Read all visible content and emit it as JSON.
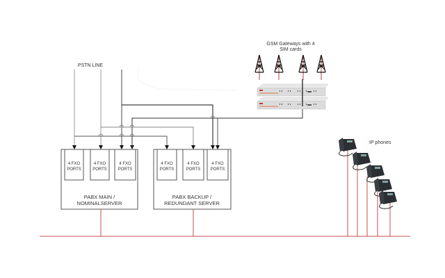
{
  "diagram": {
    "pstn_label": "PSTN LINE",
    "gsm_label_line1": "GSM Gateways with 4",
    "gsm_label_line2": "SIM cards",
    "ip_phones_label": "IP phones",
    "servers": [
      {
        "id": "main",
        "label_line1": "PABX MAIN /",
        "label_line2": "NOMINALSERVER",
        "ports": [
          {
            "line1": "4 FXO",
            "line2": "PORTS"
          },
          {
            "line1": "4 FXO",
            "line2": "PORTS"
          },
          {
            "line1": "4 FXO",
            "line2": "PORTS"
          }
        ]
      },
      {
        "id": "backup",
        "label_line1": "PABX BACKUP /",
        "label_line2": "REDUNDANT SERVER",
        "ports": [
          {
            "line1": "4 FXO",
            "line2": "PORTS"
          },
          {
            "line1": "4 FXO",
            "line2": "PORTS"
          },
          {
            "line1": "4 FXO",
            "line2": "PORTS"
          }
        ]
      }
    ],
    "tower_count": 4,
    "gateway_count": 2,
    "phone_count": 5,
    "colors": {
      "network_line": "#c0504d",
      "pstn_line": "#999999",
      "gateway_line": "#111111",
      "box_border": "#555555"
    }
  }
}
